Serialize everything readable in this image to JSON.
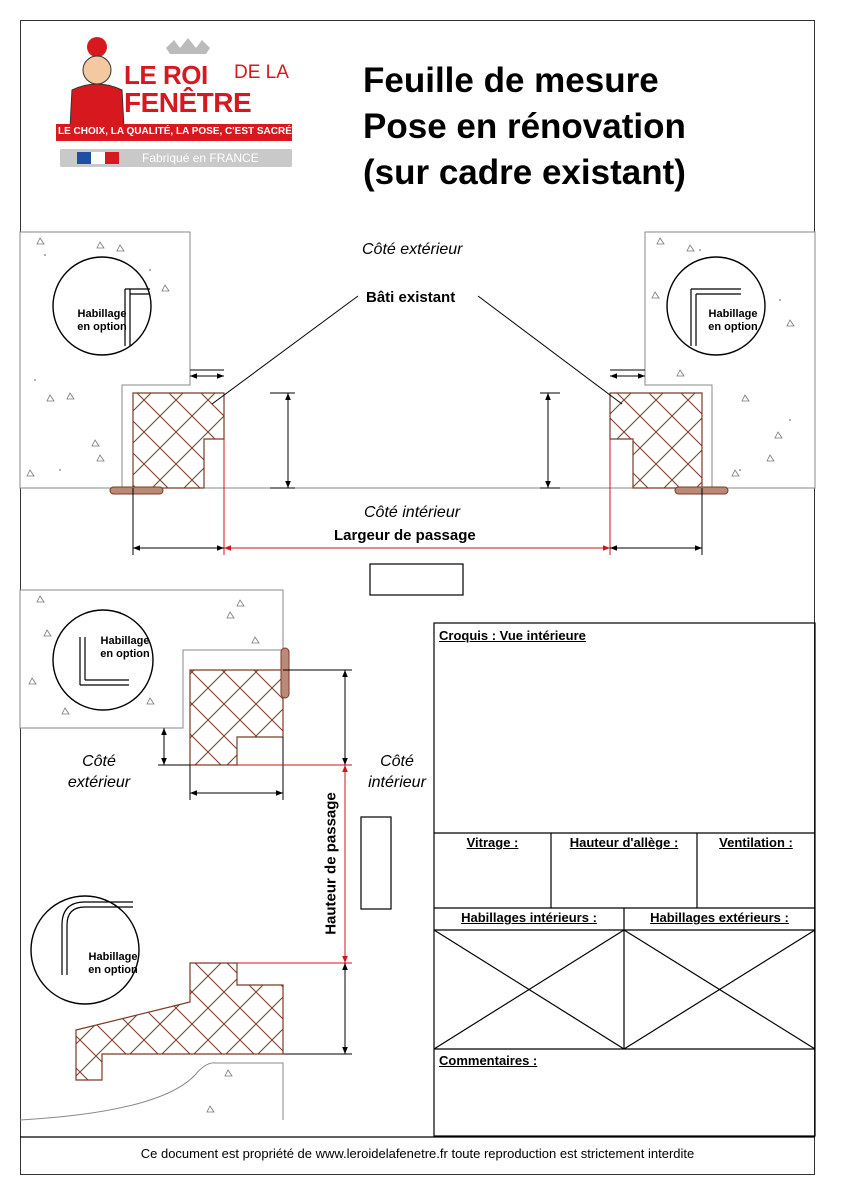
{
  "logo": {
    "brand_le_roi": "LE ROI",
    "brand_de_la": "DE LA",
    "brand_fenetre": "FENÊTRE",
    "tagline": "LE CHOIX, LA QUALITÉ, LA POSE, C'EST SACRÉ !",
    "made_in": "Fabriqué en FRANCE"
  },
  "title": {
    "line1": "Feuille de mesure",
    "line2": "Pose en rénovation",
    "line3": "(sur cadre existant)"
  },
  "top_view": {
    "exterior_label": "Côté extérieur",
    "existing_frame_label": "Bâti existant",
    "interior_label": "Côté intérieur",
    "width_label": "Largeur de passage",
    "trim_left_line1": "Habillage",
    "trim_left_line2": "en option",
    "trim_right_line1": "Habillage",
    "trim_right_line2": "en option"
  },
  "side_view": {
    "trim_top_line1": "Habillage",
    "trim_top_line2": "en option",
    "trim_bottom_line1": "Habillage",
    "trim_bottom_line2": "en option",
    "exterior_line1": "Côté",
    "exterior_line2": "extérieur",
    "interior_line1": "Côté",
    "interior_line2": "intérieur",
    "height_label": "Hauteur de passage"
  },
  "form": {
    "sketch_label": "Croquis : Vue intérieure",
    "glazing_label": "Vitrage :",
    "sill_height_label": "Hauteur d'allège :",
    "ventilation_label": "Ventilation :",
    "interior_trim_label": "Habillages intérieurs :",
    "exterior_trim_label": "Habillages extérieurs :",
    "comments_label": "Commentaires :"
  },
  "footer": {
    "text": "Ce document est propriété de www.leroidelafenetre.fr toute reproduction est strictement interdite"
  },
  "colors": {
    "dimension_red": "#d0151b",
    "wood_brown": "#7a3a28",
    "logo_red": "#d7191f",
    "blue": "#1f4fa3"
  }
}
